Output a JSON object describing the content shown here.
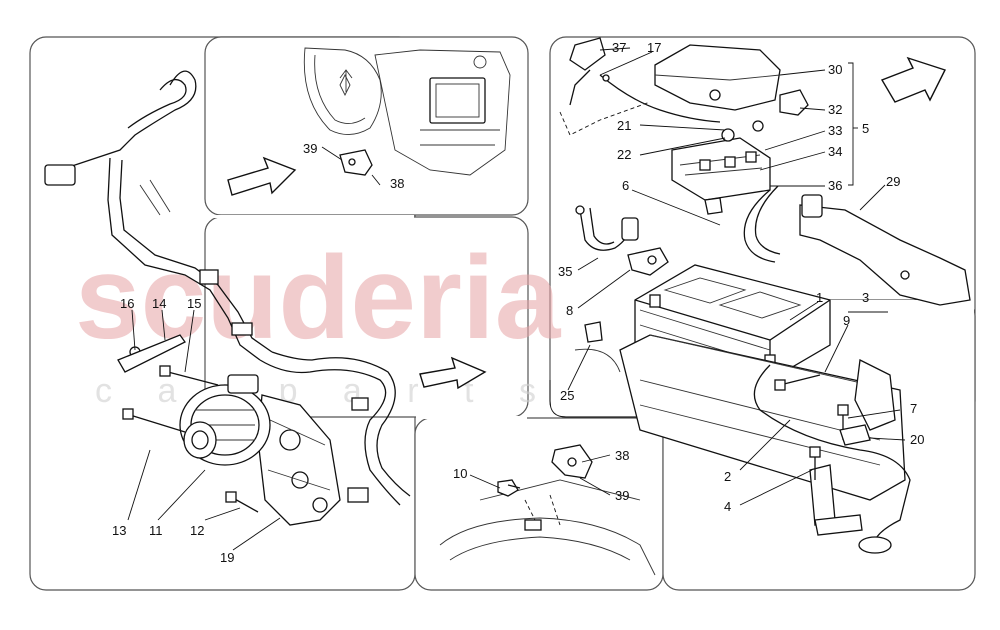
{
  "watermark": {
    "brand": "scuderia",
    "sub": "c a r p a r t s"
  },
  "callouts": {
    "p1": "1",
    "p2": "2",
    "p3": "3",
    "p4": "4",
    "p5": "5",
    "p6": "6",
    "p7": "7",
    "p8": "8",
    "p9": "9",
    "p10": "10",
    "p11": "11",
    "p12": "12",
    "p13": "13",
    "p14": "14",
    "p15": "15",
    "p16": "16",
    "p17": "17",
    "p19": "19",
    "p20": "20",
    "p21": "21",
    "p22": "22",
    "p25": "25",
    "p29": "29",
    "p30": "30",
    "p32": "32",
    "p33": "33",
    "p34": "34",
    "p35": "35",
    "p36": "36",
    "p37": "37",
    "p38a": "38",
    "p38b": "38",
    "p39a": "39",
    "p39b": "39"
  },
  "icons": {
    "direction": "arrow-icon",
    "brand_logo": "trident-logo-icon"
  }
}
